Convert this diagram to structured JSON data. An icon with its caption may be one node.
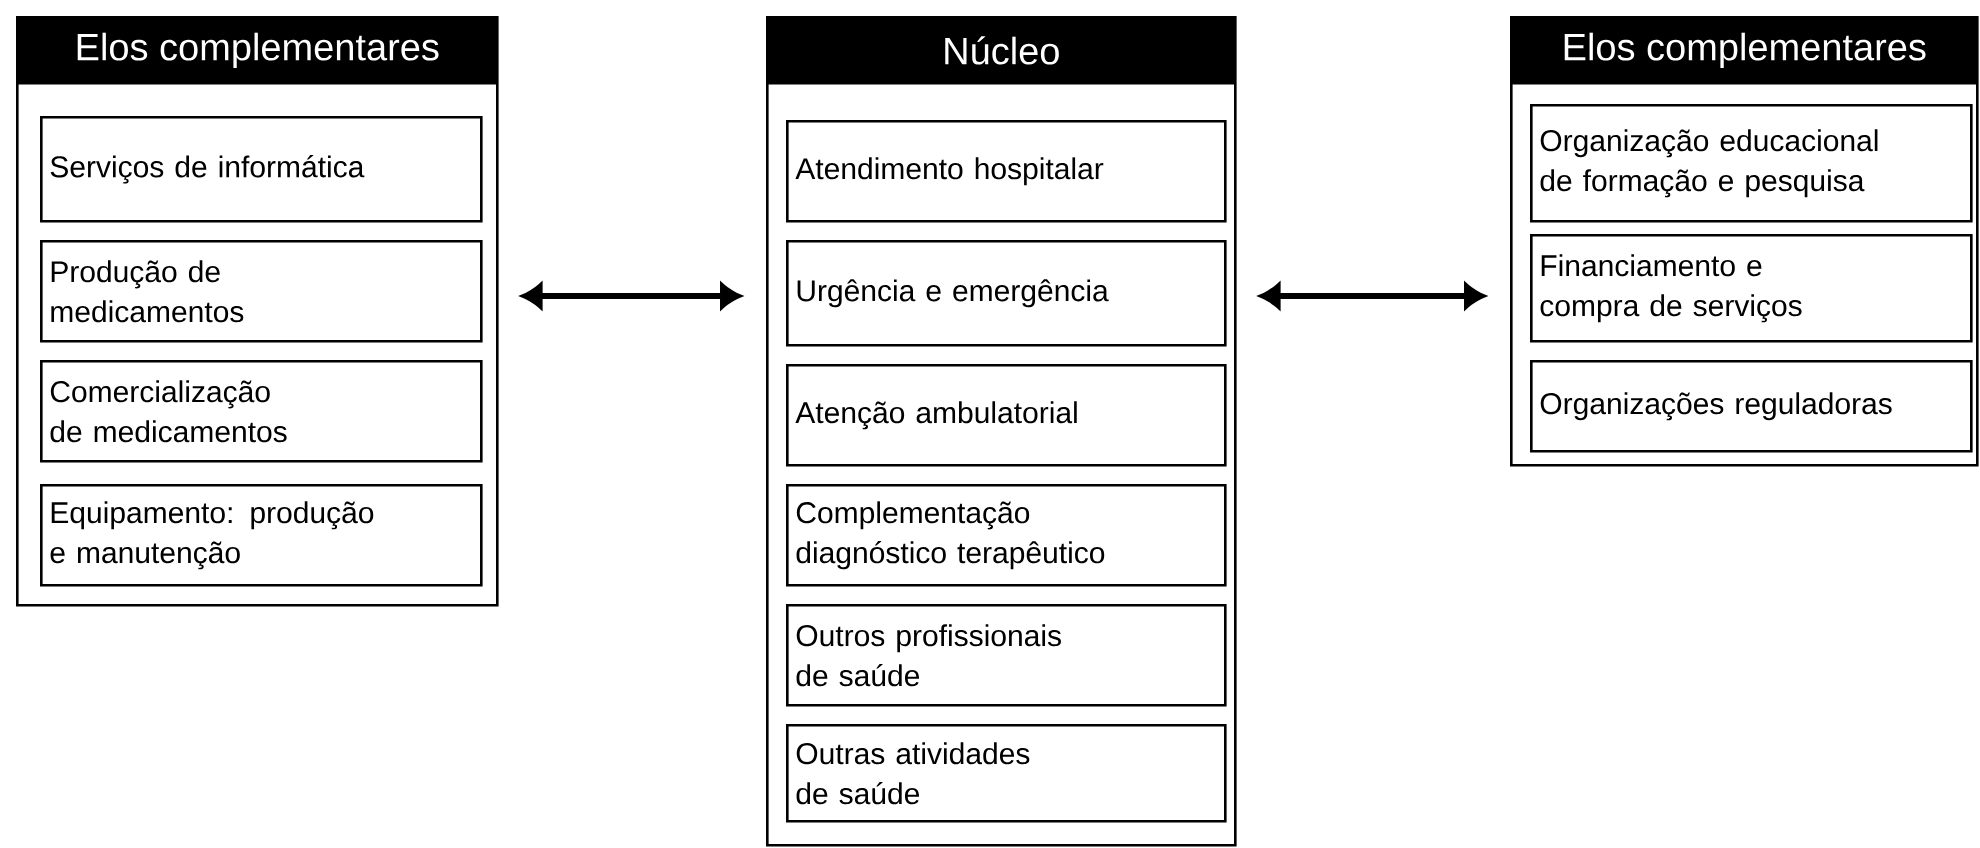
{
  "diagram": {
    "nodes": [
      {
        "text": [
          "Elos complementares"
        ]
      },
      {
        "text": [
          "Serviços de informática"
        ],
        "in": 0
      },
      {
        "text": [
          "Produção de medicamentos"
        ],
        "in": 0
      },
      {
        "text": [
          "Comercialização de medicamentos"
        ],
        "in": 0
      },
      {
        "text": [
          "Equipamento: produção e manutenção"
        ],
        "in": 0
      },
      {
        "text": [
          "Núcleo"
        ]
      },
      {
        "text": [
          "Atendimento hospitalar"
        ],
        "in": 5
      },
      {
        "text": [
          "Urgência e emergência"
        ],
        "in": 5
      },
      {
        "text": [
          "Atenção ambulatorial"
        ],
        "in": 5
      },
      {
        "text": [
          "Complementação diagnóstico terapêutico"
        ],
        "in": 5
      },
      {
        "text": [
          "Outros profissionais de saúde"
        ],
        "in": 5
      },
      {
        "text": [
          "Outras atividades de saúde"
        ],
        "in": 5
      },
      {
        "text": [
          "Elos complementares"
        ]
      },
      {
        "text": [
          "Organização educacional de formação e pesquisa"
        ],
        "in": 12
      },
      {
        "text": [
          "Financiamento e compra de serviços"
        ],
        "in": 12
      },
      {
        "text": [
          "Organizações reguladoras"
        ],
        "in": 12
      }
    ],
    "edges": [
      {
        "from": 0,
        "to": 5,
        "arrow": "both"
      },
      {
        "from": 5,
        "to": 12,
        "arrow": "both"
      }
    ]
  }
}
